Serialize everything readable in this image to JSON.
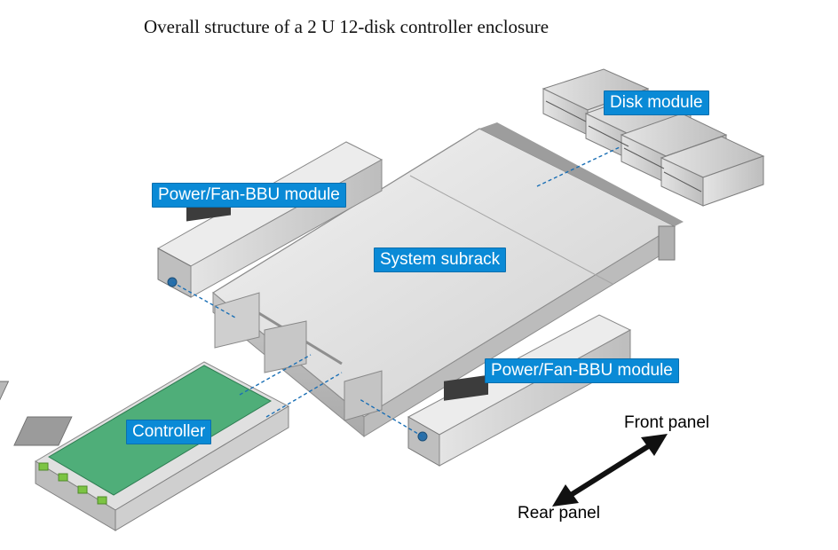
{
  "title": "Overall structure of a 2 U 12-disk controller enclosure",
  "labels": {
    "disk_module": "Disk module",
    "power_fan_bbu_top": "Power/Fan-BBU module",
    "system_subrack": "System subrack",
    "power_fan_bbu_bottom": "Power/Fan-BBU module",
    "controller": "Controller",
    "front_panel": "Front panel",
    "rear_panel": "Rear panel"
  },
  "colors": {
    "callout_fill": "#0a8ad6",
    "chassis": "#d9d9d9",
    "pcb": "#4fae79",
    "leader": "#1a6fb5"
  }
}
